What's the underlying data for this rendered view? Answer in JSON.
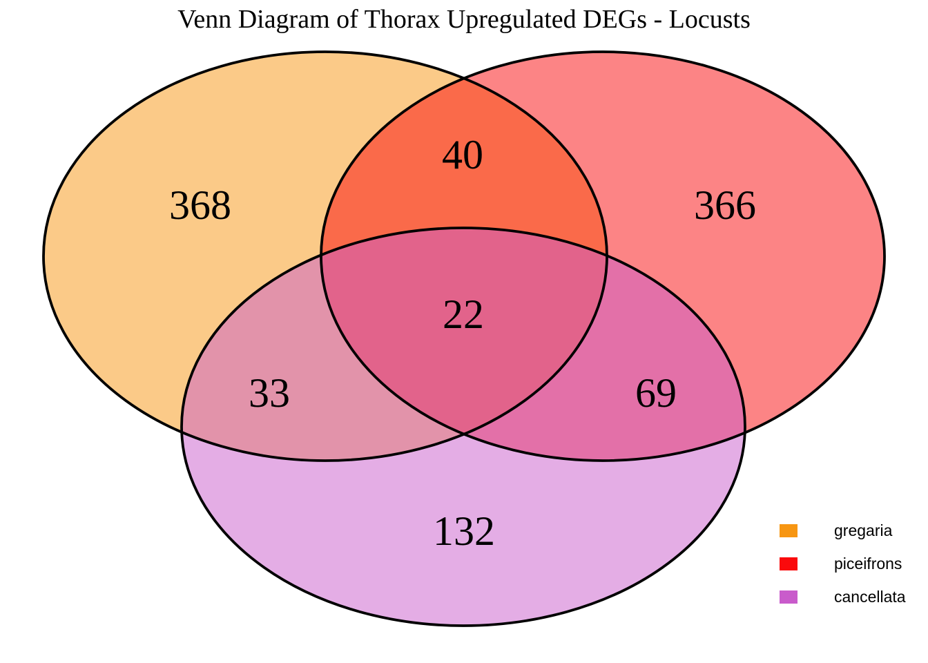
{
  "title": "Venn Diagram of Thorax Upregulated DEGs - Locusts",
  "colors": {
    "gregaria": "#F79612",
    "piceifrons": "#FA0A0C",
    "cancellata": "#C95BCB",
    "outline": "#000000",
    "background": "#FFFFFF",
    "label_text": "#000000"
  },
  "chart_data": {
    "type": "venn",
    "title": "Venn Diagram of Thorax Upregulated DEGs - Locusts",
    "sets": [
      "gregaria",
      "piceifrons",
      "cancellata"
    ],
    "fill_opacity": 0.5,
    "legend_position": "bottom-right",
    "regions": {
      "gregaria_only": 368,
      "piceifrons_only": 366,
      "cancellata_only": 132,
      "gregaria_piceifrons": 40,
      "gregaria_cancellata": 33,
      "piceifrons_cancellata": 69,
      "all_three": 22
    }
  },
  "legend": {
    "items": [
      {
        "label": "gregaria"
      },
      {
        "label": "piceifrons"
      },
      {
        "label": "cancellata"
      }
    ]
  }
}
